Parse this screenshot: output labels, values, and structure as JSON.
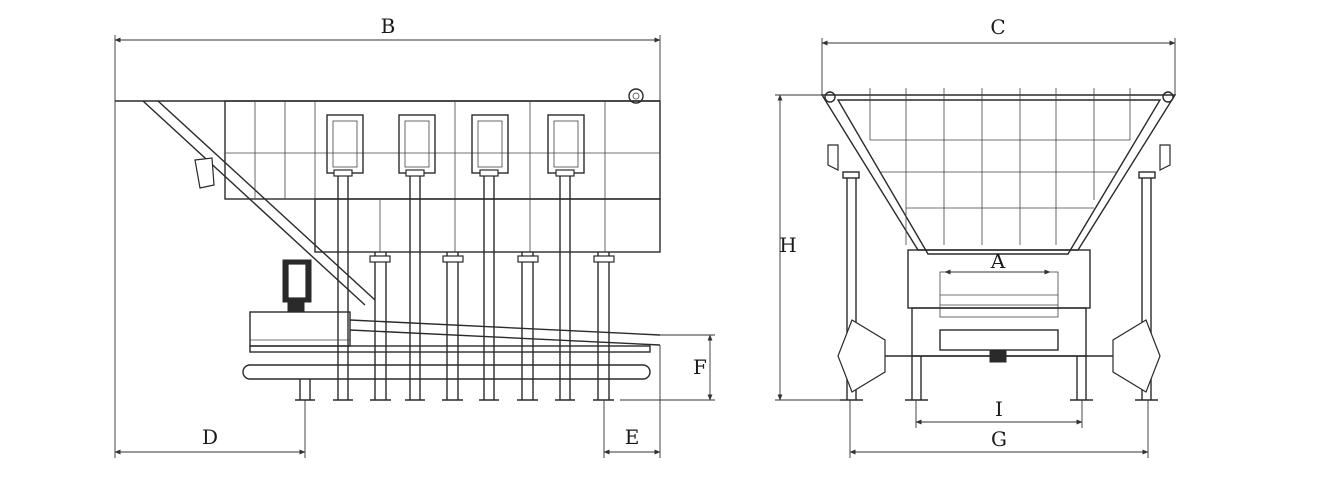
{
  "dimension_labels": {
    "a": "A",
    "b": "B",
    "c": "C",
    "d": "D",
    "e": "E",
    "f": "F",
    "g": "G",
    "h": "H",
    "i": "I"
  },
  "colors": {
    "line": "#2a2a2a",
    "background": "#ffffff"
  }
}
